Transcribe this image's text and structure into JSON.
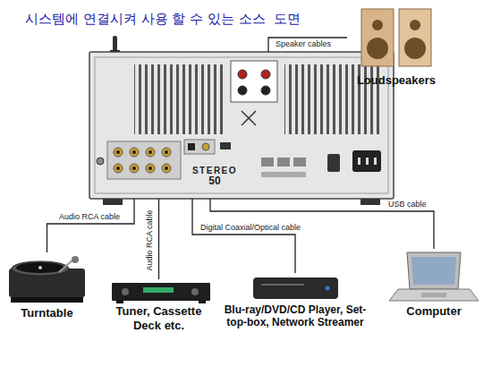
{
  "diagram": {
    "title": "시스템에 연결시켜 사용 할 수 있는 소스  도면",
    "nodes": [
      {
        "text": [
          "STEREO",
          "50"
        ]
      },
      {
        "text": [
          "Loudspeakers"
        ]
      },
      {
        "text": [
          "Turntable"
        ]
      },
      {
        "text": [
          "Tuner, Cassette Deck etc."
        ]
      },
      {
        "text": [
          "Blu-ray/DVD/CD Player, Set-top-box, Network Streamer"
        ]
      },
      {
        "text": [
          "Computer"
        ]
      }
    ],
    "edges": [
      {
        "from": 0,
        "to": 1,
        "arrow": "none",
        "label": "Speaker cables"
      },
      {
        "from": 0,
        "to": 2,
        "arrow": "none",
        "label": "Audio RCA cable"
      },
      {
        "from": 0,
        "to": 3,
        "arrow": "none",
        "label": "Audio RCA cable"
      },
      {
        "from": 0,
        "to": 4,
        "arrow": "none",
        "label": "Digital Coaxial/Optical cable"
      },
      {
        "from": 0,
        "to": 5,
        "arrow": "none",
        "label": "USB cable"
      }
    ]
  }
}
